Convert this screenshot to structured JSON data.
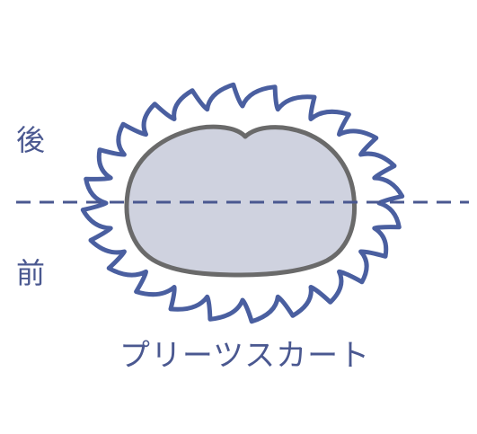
{
  "labels": {
    "back": "後",
    "front": "前"
  },
  "caption": "プリーツスカート",
  "colors": {
    "pleat_stroke": "#4a5fa0",
    "body_fill": "#cfd2df",
    "body_stroke": "#6a6a6a",
    "center_line": "#4a5890",
    "text": "#4a5890"
  },
  "pleat_count": 24
}
